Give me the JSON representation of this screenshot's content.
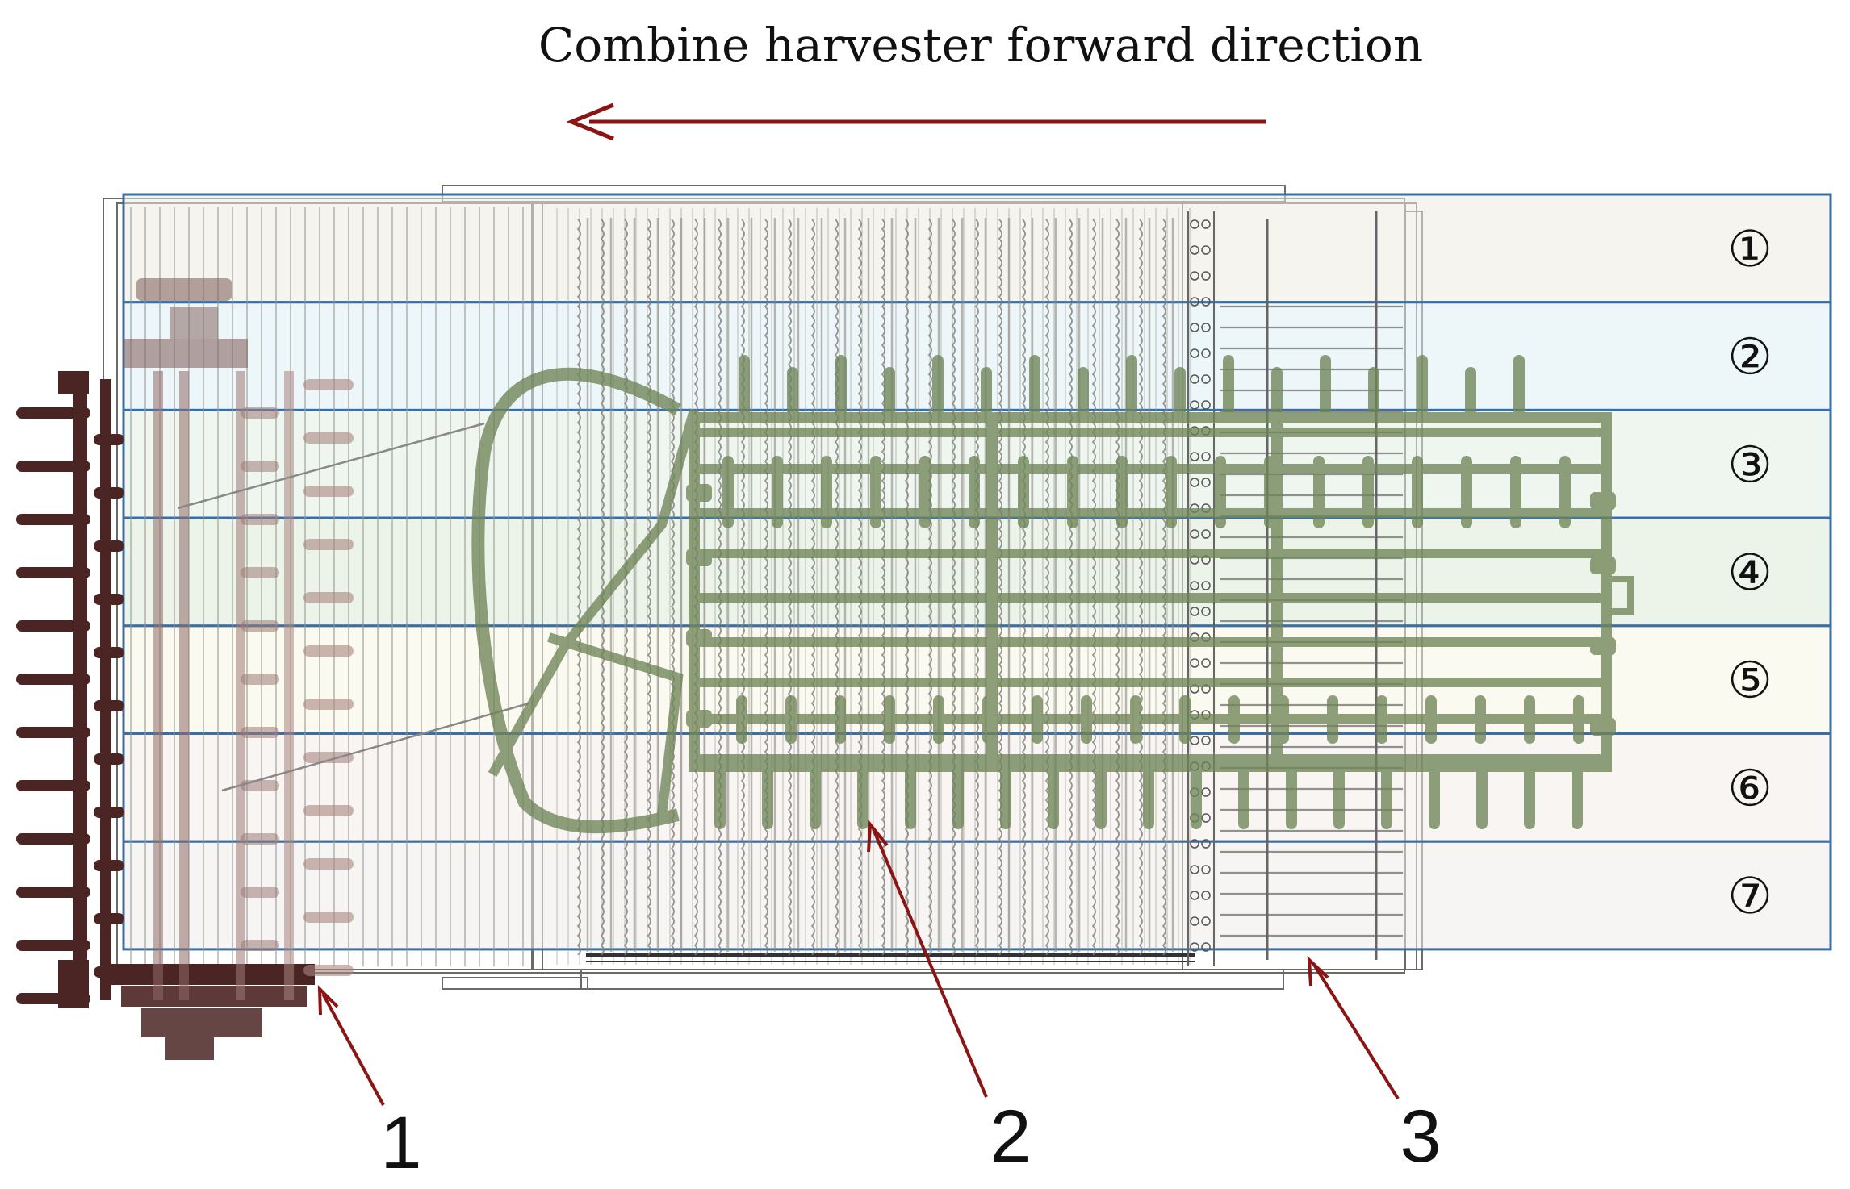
{
  "title": "Combine harvester forward direction",
  "colors": {
    "arrow": "#8b1414",
    "band_border": "#3a6ea5",
    "sieve_line": "#9a9a92",
    "conveyor": "#4b2424",
    "sieve_frame": "#6f8558"
  },
  "zones": [
    {
      "label": "①",
      "fill": "#ecebe0"
    },
    {
      "label": "②",
      "fill": "#dfeff2"
    },
    {
      "label": "③",
      "fill": "#e2efe2"
    },
    {
      "label": "④",
      "fill": "#dcebd9"
    },
    {
      "label": "⑤",
      "fill": "#f5f5e3"
    },
    {
      "label": "⑥",
      "fill": "#f2ede8"
    },
    {
      "label": "⑦",
      "fill": "#efecea"
    }
  ],
  "callouts": [
    {
      "label": "1"
    },
    {
      "label": "2"
    },
    {
      "label": "3"
    }
  ]
}
